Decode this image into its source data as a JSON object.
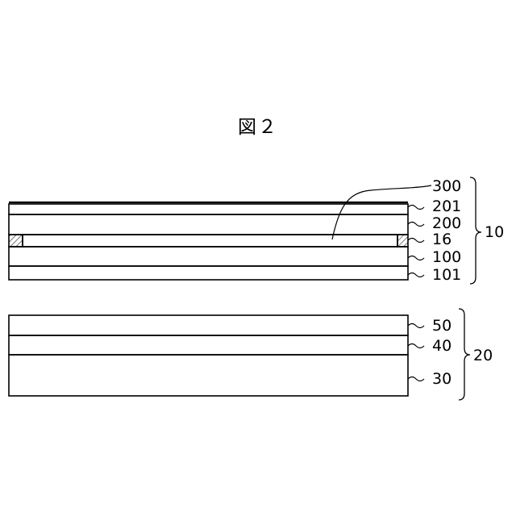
{
  "figure": {
    "title": "図２"
  },
  "assembly_top": {
    "group_label": "10",
    "layers": [
      {
        "id": "300",
        "label": "300"
      },
      {
        "id": "201",
        "label": "201"
      },
      {
        "id": "200",
        "label": "200"
      },
      {
        "id": "16",
        "label": "16"
      },
      {
        "id": "100",
        "label": "100"
      },
      {
        "id": "101",
        "label": "101"
      }
    ]
  },
  "assembly_bottom": {
    "group_label": "20",
    "layers": [
      {
        "id": "50",
        "label": "50"
      },
      {
        "id": "40",
        "label": "40"
      },
      {
        "id": "30",
        "label": "30"
      }
    ]
  }
}
